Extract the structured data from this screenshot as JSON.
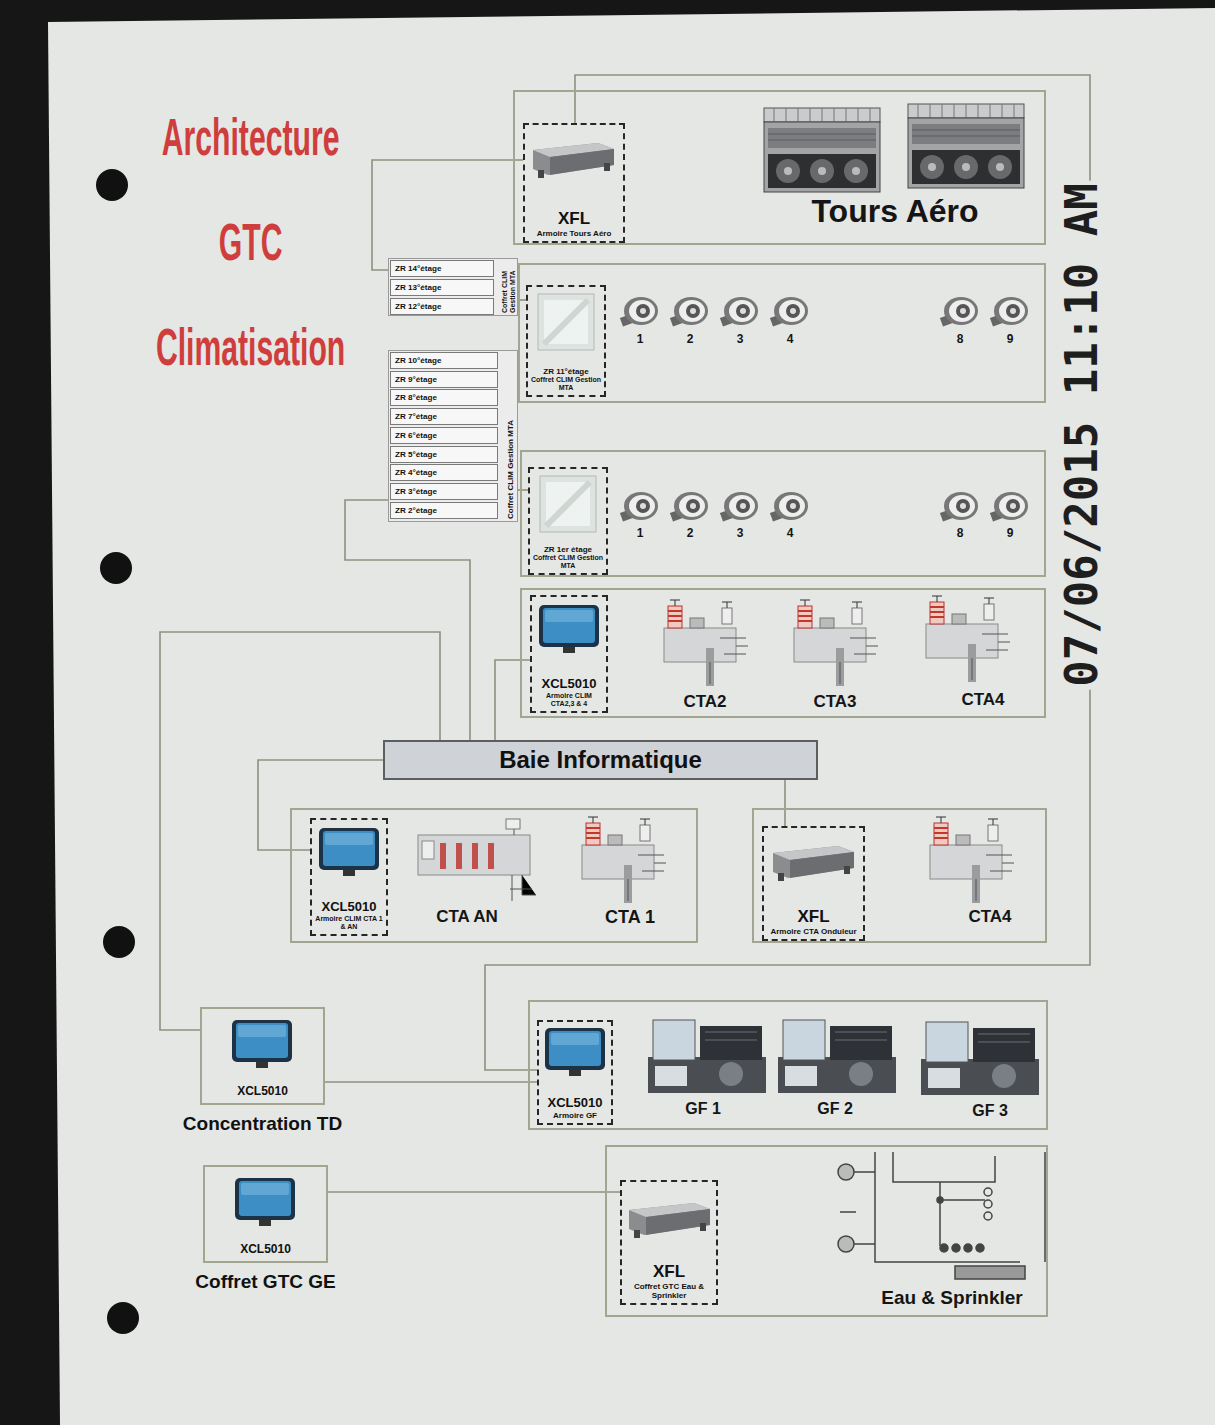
{
  "diagram": {
    "title": "Architecture GTC Climatisation",
    "nodes": [
      {
        "text": [
          "Tours Aéro"
        ]
      },
      {
        "text": [
          "XFL",
          "Armoire Tours Aéro"
        ],
        "in": 0
      },
      {
        "text": [
          "Coffret CLIM Gestion MTA"
        ]
      },
      {
        "text": [
          "ZR 14°étage"
        ],
        "in": 2
      },
      {
        "text": [
          "ZR 13°étage"
        ],
        "in": 2
      },
      {
        "text": [
          "ZR 12°étage"
        ],
        "in": 2
      },
      {
        "text": [
          "1",
          "2",
          "3",
          "4",
          "8",
          "9"
        ]
      },
      {
        "text": [
          "ZR 11°étage",
          "Coffret CLIM Gestion MTA"
        ],
        "in": 6
      },
      {
        "text": [
          "Coffret CLIM Gestion MTA"
        ]
      },
      {
        "text": [
          "ZR 10°étage"
        ],
        "in": 8
      },
      {
        "text": [
          "ZR 9°étage"
        ],
        "in": 8
      },
      {
        "text": [
          "ZR 8°étage"
        ],
        "in": 8
      },
      {
        "text": [
          "ZR 7°étage"
        ],
        "in": 8
      },
      {
        "text": [
          "ZR 6°étage"
        ],
        "in": 8
      },
      {
        "text": [
          "ZR 5°étage"
        ],
        "in": 8
      },
      {
        "text": [
          "ZR 4°étage"
        ],
        "in": 8
      },
      {
        "text": [
          "ZR 3°étage"
        ],
        "in": 8
      },
      {
        "text": [
          "ZR 2°étage"
        ],
        "in": 8
      },
      {
        "text": [
          "1",
          "2",
          "3",
          "4",
          "8",
          "9"
        ]
      },
      {
        "text": [
          "ZR 1er étage",
          "Coffret CLIM Gestion MTA"
        ],
        "in": 18
      },
      {
        "text": [
          "CTA2",
          "CTA3",
          "CTA4"
        ]
      },
      {
        "text": [
          "XCL5010",
          "Armoire CLIM CTA2,3 & 4"
        ],
        "in": 20
      },
      {
        "text": [
          "Baie Informatique"
        ]
      },
      {
        "text": [
          "CTA AN",
          "CTA 1"
        ]
      },
      {
        "text": [
          "XCL5010",
          "Armoire CLIM CTA 1 & AN"
        ],
        "in": 23
      },
      {
        "text": [
          "CTA4"
        ]
      },
      {
        "text": [
          "XFL",
          "Armoire CTA Onduleur"
        ],
        "in": 25
      },
      {
        "text": [
          "XCL5010",
          "Concentration TD"
        ]
      },
      {
        "text": [
          "GF 1",
          "GF 2",
          "GF 3"
        ]
      },
      {
        "text": [
          "XCL5010",
          "Armoire GF"
        ],
        "in": 28
      },
      {
        "text": [
          "XCL5010",
          "Coffret GTC GE"
        ]
      },
      {
        "text": [
          "Eau & Sprinkler"
        ]
      },
      {
        "text": [
          "XFL",
          "Coffret GTC Eau & Sprinkler"
        ],
        "in": 31
      }
    ],
    "edges": [
      {
        "from": 1,
        "to": 2,
        "arrow": "none"
      },
      {
        "from": 2,
        "to": 7,
        "arrow": "none"
      },
      {
        "from": 8,
        "to": 19,
        "arrow": "none"
      },
      {
        "from": 8,
        "to": 22,
        "arrow": "none"
      },
      {
        "from": 21,
        "to": 22,
        "arrow": "none"
      },
      {
        "from": 22,
        "to": 24,
        "arrow": "none"
      },
      {
        "from": 22,
        "to": 26,
        "arrow": "none"
      },
      {
        "from": 27,
        "to": 22,
        "arrow": "none"
      },
      {
        "from": 27,
        "to": 29,
        "arrow": "none"
      },
      {
        "from": 30,
        "to": 32,
        "arrow": "none"
      },
      {
        "from": 1,
        "to": 29,
        "arrow": "none"
      }
    ],
    "labels": [
      "07/06/2015 11:10 AM"
    ]
  }
}
